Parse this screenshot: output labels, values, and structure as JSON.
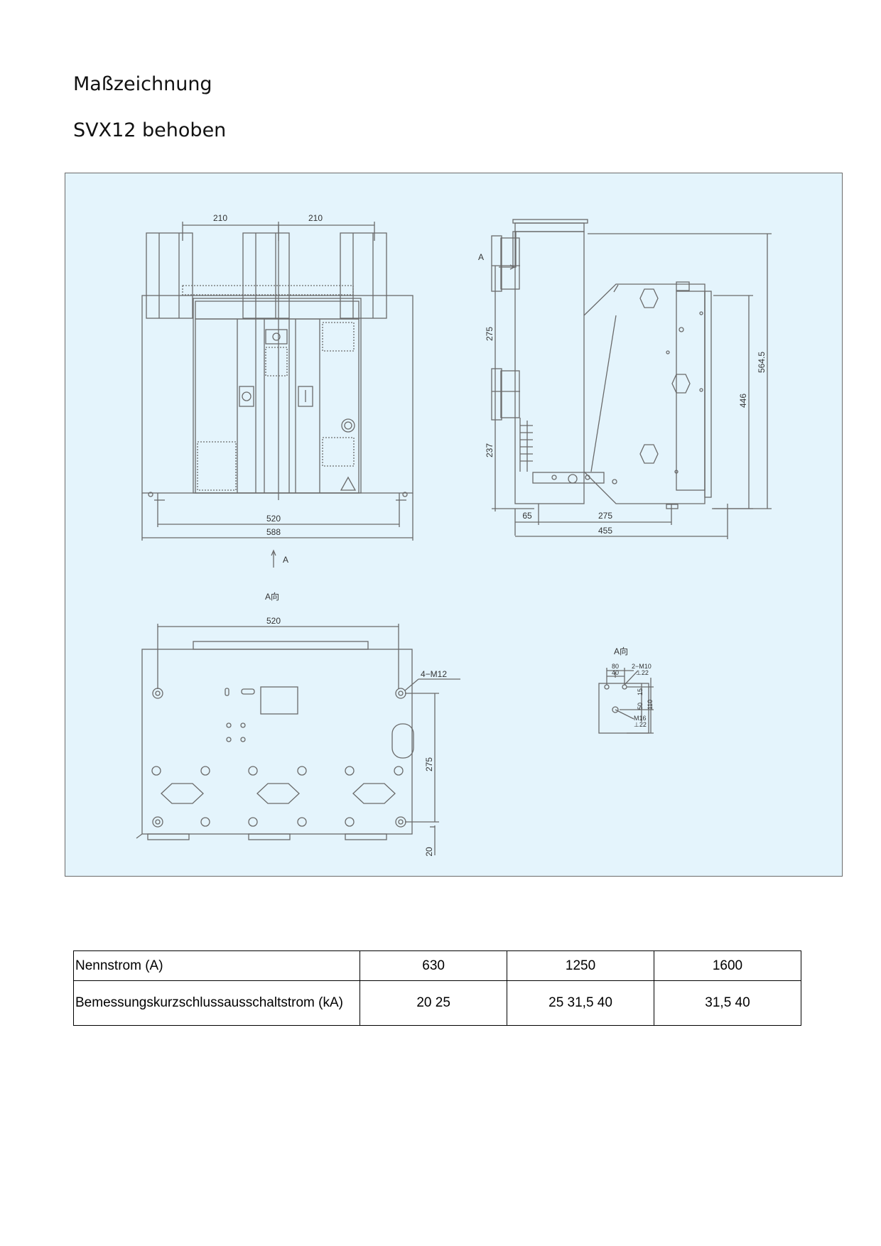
{
  "heading": "Maßzeichnung",
  "subheading": "SVX12 behoben",
  "drawing": {
    "front": {
      "dim_top_left": "210",
      "dim_top_right": "210",
      "dim_inner_width": "520",
      "dim_outer_width": "588",
      "arrow_label": "A"
    },
    "side": {
      "arrow_label": "A",
      "dim_upper": "275",
      "dim_lower": "237",
      "dim_mid": "446",
      "dim_total": "564.5",
      "dim_offset": "65",
      "dim_base": "275",
      "dim_depth": "455"
    },
    "bottom": {
      "view_label": "A向",
      "dim_width": "520",
      "hole_label": "4−M12",
      "dim_height": "275",
      "dim_foot": "20"
    },
    "detail": {
      "view_label": "A向",
      "dim_80": "80",
      "dim_40": "40",
      "dim_15": "15",
      "dim_50": "50",
      "dim_110": "110",
      "note_top": "2−M10",
      "note_top_depth": "⊥22",
      "note_bottom": "M16",
      "note_bottom_depth": "⊥22"
    }
  },
  "table": {
    "rows": [
      {
        "label": "Nennstrom (A)",
        "values": [
          "630",
          "1250",
          "1600"
        ]
      },
      {
        "label": "Bemessungskurzschlussausschaltstrom (kA)",
        "values": [
          "20 25",
          "25 31,5 40",
          "31,5 40"
        ]
      }
    ]
  }
}
